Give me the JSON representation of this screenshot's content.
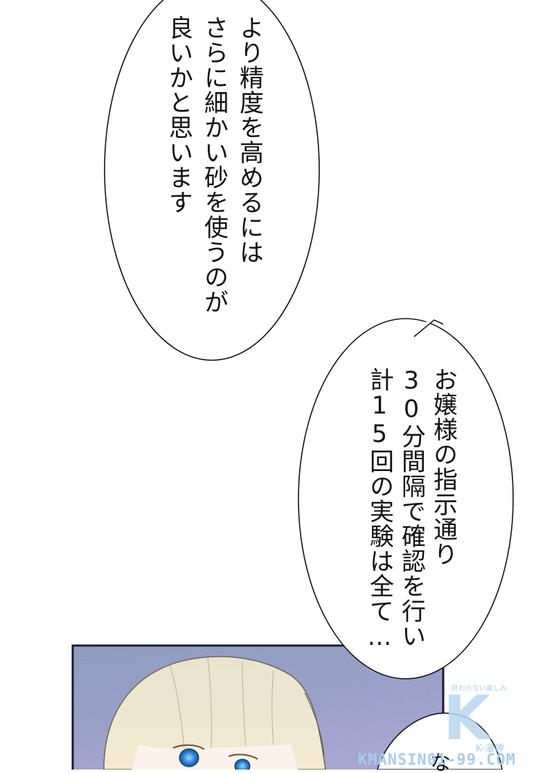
{
  "page": {
    "type": "manga-page",
    "background": "#ffffff"
  },
  "bubbles": [
    {
      "id": "bubble-1",
      "lines": [
        "より精度を高めるには",
        "さらに細かい砂を使うのが",
        "良いかと思います"
      ]
    },
    {
      "id": "bubble-2",
      "lines": [
        "お嬢様の指示通り",
        "30分間隔で確認を行い",
        "計15回の実験は全て…"
      ]
    },
    {
      "id": "bubble-3",
      "lines": [
        "な"
      ]
    }
  ],
  "panel": {
    "description": "blonde girl with blue eyes, close-up",
    "background_color": "#8e98c4",
    "hair_color": "#efe6c8",
    "eye_color": "#1f7ad6"
  },
  "watermark": {
    "tagline": "終わらない楽しみ",
    "logo_letter": "K",
    "sub": "K-漫神",
    "url": "KMANSIN01-99.COM"
  }
}
